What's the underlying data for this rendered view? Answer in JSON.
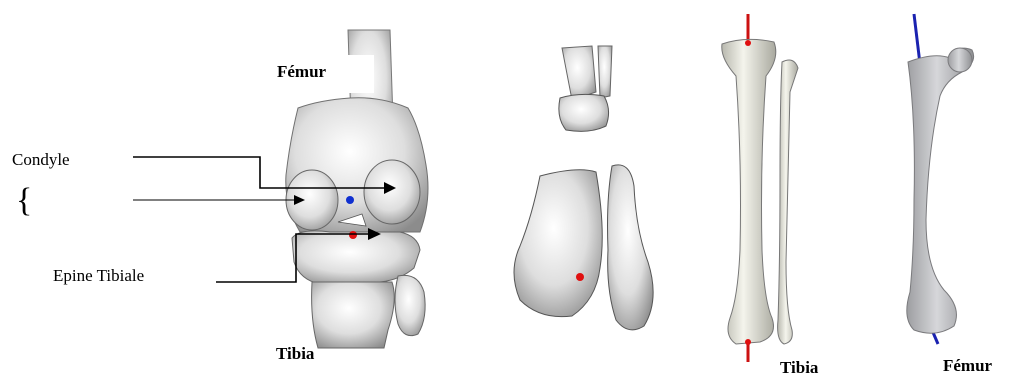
{
  "labels": {
    "femur_top": "Fémur",
    "tibia_bottom": "Tibia",
    "condyle": "Condyle",
    "brace": "{",
    "epine": "Epine Tibiale",
    "tibia_right": "Tibia",
    "femur_right": "Fémur"
  },
  "colors": {
    "bone_fill": "#e6e6e6",
    "bone_shadow": "#8a8a8a",
    "long_bone_fill": "#dcdcd2",
    "femur_long_fill": "#bfc0c2",
    "marker_red": "#e01010",
    "marker_blue": "#1030d0",
    "axis_red": "#cc1111",
    "axis_blue": "#1a22b0"
  }
}
